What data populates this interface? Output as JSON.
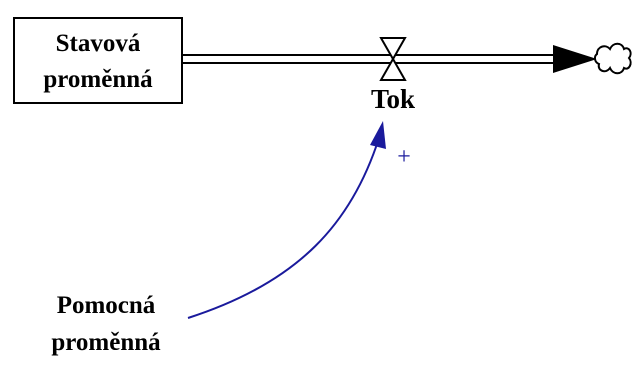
{
  "stock": {
    "line1": "Stavová",
    "line2": "proměnná"
  },
  "flow": {
    "label": "Tok"
  },
  "auxiliary": {
    "line1": "Pomocná",
    "line2": "proměnná"
  },
  "link": {
    "polarity": "+"
  },
  "colors": {
    "ink": "#000000",
    "link": "#1a1a9c",
    "background": "#ffffff"
  },
  "icons": {
    "valve": "valve-icon",
    "sink": "cloud-sink-icon",
    "flow_arrow": "flow-arrowhead-icon",
    "link_arrow": "link-arrowhead-icon"
  }
}
